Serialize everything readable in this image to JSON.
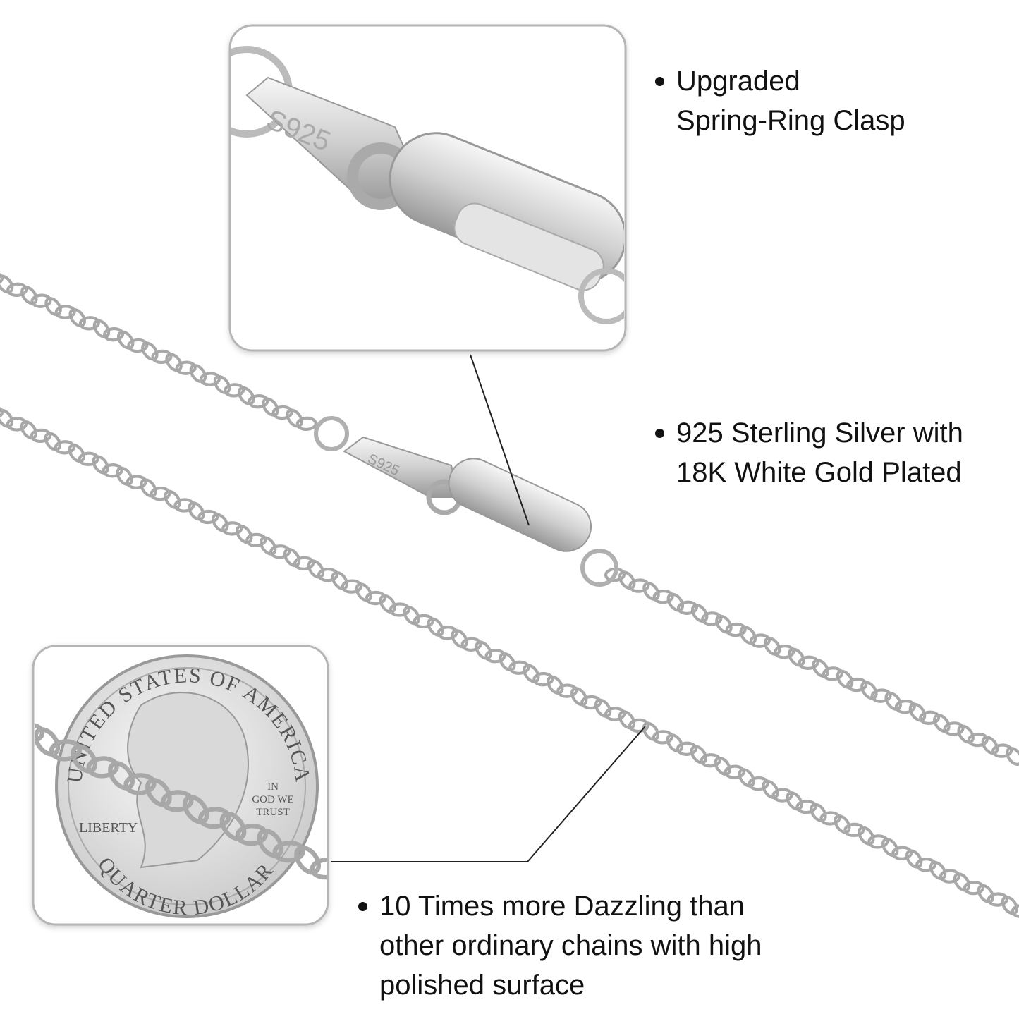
{
  "features": [
    {
      "lines": [
        "Upgraded",
        "Spring-Ring Clasp"
      ]
    },
    {
      "lines": [
        "925 Sterling Silver with",
        "18K White Gold Plated"
      ]
    },
    {
      "lines": [
        "10 Times more Dazzling than",
        "other ordinary chains with high",
        "polished surface"
      ]
    }
  ],
  "stamp": "S925",
  "coin": {
    "top": "UNITED STATES OF AMERICA",
    "liberty": "LIBERTY",
    "motto": [
      "IN",
      "GOD WE",
      "TRUST"
    ],
    "bottom": "QUARTER DOLLAR"
  },
  "colors": {
    "text": "#111111",
    "silver": "#a8a8a8",
    "frame": "#b5b5b5"
  }
}
